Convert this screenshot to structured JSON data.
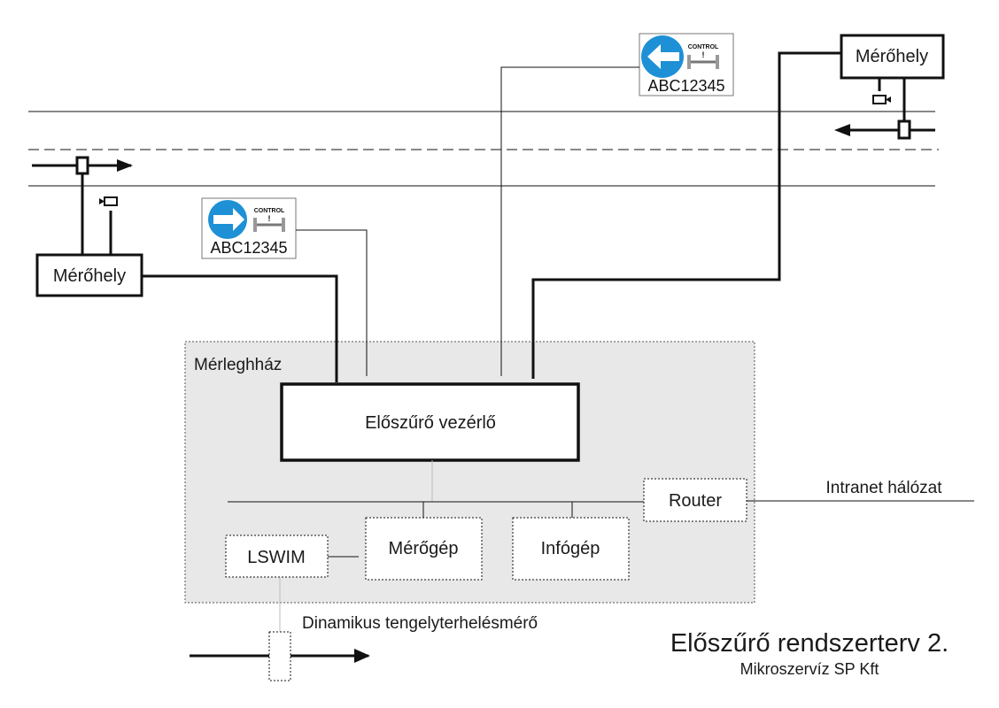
{
  "labels": {
    "merohely_left": "Mérőhely",
    "merohely_right": "Mérőhely",
    "merleghaz": "Mérleghház",
    "eloszuro": "Előszűrő vezérlő",
    "router": "Router",
    "intranet": "Intranet hálózat",
    "meroegep": "Mérőgép",
    "infogep": "Infógép",
    "lswim": "LSWIM",
    "dinamikus": "Dinamikus tengelyterhelésmérő"
  },
  "signs": {
    "plate_text": "ABC12345",
    "control_text": "CONTROL",
    "excl": "!"
  },
  "footer": {
    "title": "Előszűrő rendszerterv 2.",
    "subtitle": "Mikroszervíz SP Kft"
  },
  "colors": {
    "sign_blue": "#1e90d6",
    "building_fill": "#e8e8e8",
    "line": "#111111"
  }
}
